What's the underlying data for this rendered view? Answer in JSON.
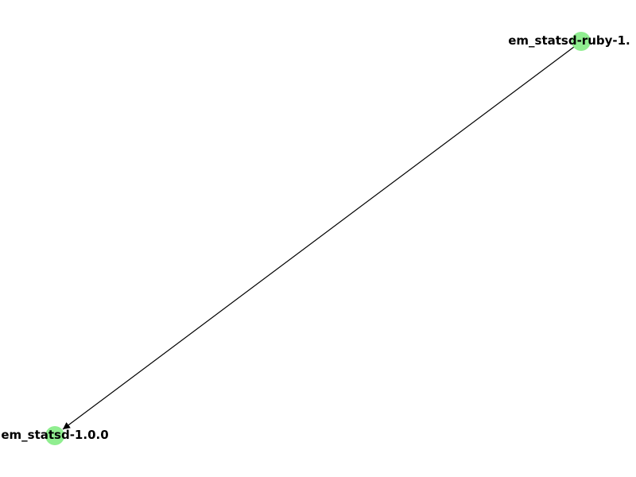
{
  "graph": {
    "nodes": [
      {
        "id": "em_statsd-ruby-1.",
        "label": "em_statsd-ruby-1.",
        "color": "#90ee90"
      },
      {
        "id": "em_statsd-1.0.0",
        "label": "em_statsd-1.0.0",
        "color": "#90ee90"
      }
    ],
    "edges": [
      {
        "from": "em_statsd-ruby-1.",
        "to": "em_statsd-1.0.0",
        "directed": true,
        "color": "#000000"
      }
    ]
  }
}
